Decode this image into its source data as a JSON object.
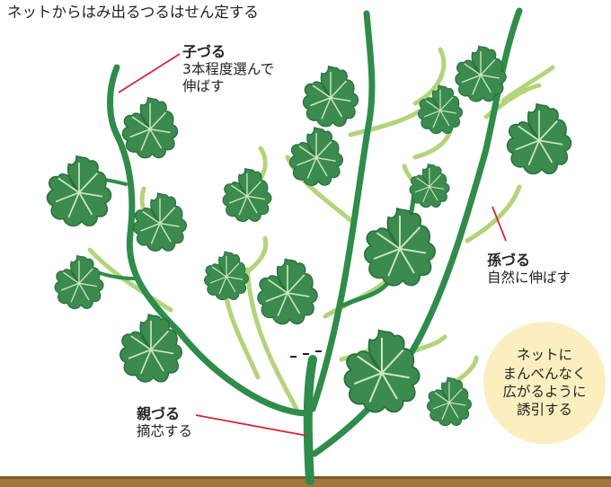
{
  "title": "ネットからはみ出るつるはせん定する",
  "labels": {
    "child_vine": {
      "name": "子づる",
      "note": [
        "3本程度選んで",
        "伸ばす"
      ]
    },
    "grandchild_vine": {
      "name": "孫づる",
      "note": "自然に伸ばす"
    },
    "parent_vine": {
      "name": "親づる",
      "note": "摘芯する"
    }
  },
  "tip": [
    "ネットに",
    "まんべんなく",
    "広がるように",
    "誘引する"
  ],
  "colors": {
    "vine_main": "#2f8c4a",
    "vine_tendril": "#b3d47a",
    "leaf": "#3b8a4e",
    "leaf_vein": "#cfe6c0",
    "leader_line": "#d6243a",
    "ground": "#a0783c",
    "tip_bubble": "#fbefc0"
  }
}
